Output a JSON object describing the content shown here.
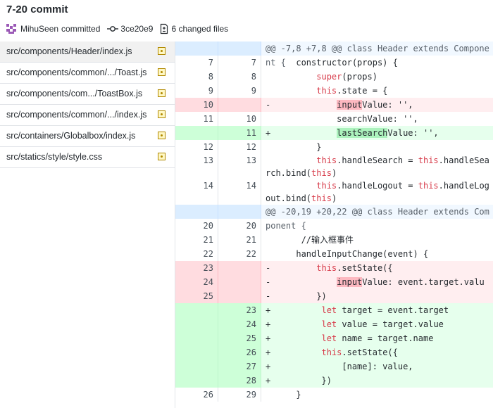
{
  "commit": {
    "title": "7-20 commit",
    "author": "MihuSeen",
    "action": "committed",
    "hash": "3ce20e9",
    "files_changed": "6 changed files",
    "avatar_color": "#9b59b6"
  },
  "files": [
    {
      "name": "src/components/Header/index.js",
      "status": "modified"
    },
    {
      "name": "src/components/common/.../Toast.js",
      "status": "modified"
    },
    {
      "name": "src/components/com.../ToastBox.js",
      "status": "modified"
    },
    {
      "name": "src/components/common/.../index.js",
      "status": "modified"
    },
    {
      "name": "src/containers/Globalbox/index.js",
      "status": "modified"
    },
    {
      "name": "src/statics/style/style.css",
      "status": "modified"
    }
  ],
  "diff": [
    {
      "type": "hunk",
      "old": "",
      "new": "",
      "sign": "",
      "code": "@@ -7,8 +7,8 @@ class Header extends Component {"
    },
    {
      "type": "ctx",
      "old": "7",
      "new": "7",
      "sign": " ",
      "code": "    constructor(props) {"
    },
    {
      "type": "ctx",
      "old": "8",
      "new": "8",
      "sign": " ",
      "code": "        super(props)"
    },
    {
      "type": "ctx",
      "old": "9",
      "new": "9",
      "sign": " ",
      "code": "        this.state = {"
    },
    {
      "type": "del",
      "old": "10",
      "new": "",
      "sign": "-",
      "code": "            inputValue: '',"
    },
    {
      "type": "ctx",
      "old": "11",
      "new": "10",
      "sign": " ",
      "code": "            searchValue: '',"
    },
    {
      "type": "add",
      "old": "",
      "new": "11",
      "sign": "+",
      "code": "            lastSearchValue: '',"
    },
    {
      "type": "ctx",
      "old": "12",
      "new": "12",
      "sign": " ",
      "code": "        }"
    },
    {
      "type": "ctx",
      "old": "13",
      "new": "13",
      "sign": " ",
      "code": "        this.handleSearch = this.handleSearch.bind(this)"
    },
    {
      "type": "ctx",
      "old": "14",
      "new": "14",
      "sign": " ",
      "code": "        this.handleLogout = this.handleLogout.bind(this)"
    },
    {
      "type": "hunk",
      "old": "",
      "new": "",
      "sign": "",
      "code": "@@ -20,19 +20,22 @@ class Header extends Component {"
    },
    {
      "type": "ctx",
      "old": "20",
      "new": "20",
      "sign": " ",
      "code": ""
    },
    {
      "type": "ctx",
      "old": "21",
      "new": "21",
      "sign": " ",
      "code": "     //输入框事件"
    },
    {
      "type": "ctx",
      "old": "22",
      "new": "22",
      "sign": " ",
      "code": "    handleInputChange(event) {"
    },
    {
      "type": "del",
      "old": "23",
      "new": "",
      "sign": "-",
      "code": "        this.setState({"
    },
    {
      "type": "del",
      "old": "24",
      "new": "",
      "sign": "-",
      "code": "            inputValue: event.target.value,"
    },
    {
      "type": "del",
      "old": "25",
      "new": "",
      "sign": "-",
      "code": "        })"
    },
    {
      "type": "add",
      "old": "",
      "new": "23",
      "sign": "+",
      "code": "         let target = event.target"
    },
    {
      "type": "add",
      "old": "",
      "new": "24",
      "sign": "+",
      "code": "         let value = target.value"
    },
    {
      "type": "add",
      "old": "",
      "new": "25",
      "sign": "+",
      "code": "         let name = target.name"
    },
    {
      "type": "add",
      "old": "",
      "new": "26",
      "sign": "+",
      "code": "         this.setState({"
    },
    {
      "type": "add",
      "old": "",
      "new": "27",
      "sign": "+",
      "code": "             [name]: value,"
    },
    {
      "type": "add",
      "old": "",
      "new": "28",
      "sign": "+",
      "code": "         })"
    },
    {
      "type": "ctx",
      "old": "26",
      "new": "29",
      "sign": " ",
      "code": "    }"
    }
  ]
}
